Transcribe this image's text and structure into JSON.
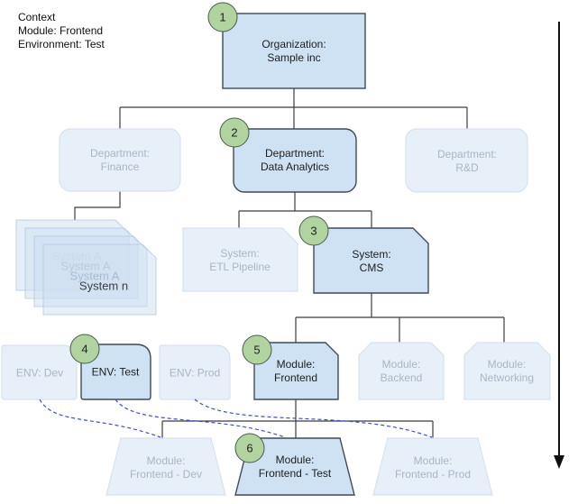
{
  "context_panel": {
    "title": "Context",
    "module_line": "Module: Frontend",
    "environment_line": "Environment: Test"
  },
  "colors": {
    "accent_fill": "#cfe2f3",
    "accent_border": "#3f4b57",
    "faded_fill": "#e7eff9",
    "faded_border": "#d6e2f0",
    "faded_text": "#a9b6c4",
    "step_fill": "#b1d3a0",
    "step_border": "#4b5a4c",
    "dashed_line": "#3d4ed0",
    "connector": "#3c3c3c"
  },
  "nodes": {
    "organization": {
      "label": "Organization:\nSample inc",
      "step": "1",
      "state": "selected"
    },
    "dept_finance": {
      "label": "Department:\nFinance",
      "state": "faded"
    },
    "dept_analytics": {
      "label": "Department:\nData Analytics",
      "step": "2",
      "state": "selected"
    },
    "dept_rd": {
      "label": "Department:\nR&D",
      "state": "faded"
    },
    "system_stack": {
      "labels": [
        "System A",
        "System A",
        "System A",
        "System n"
      ],
      "state": "faded"
    },
    "system_etl": {
      "label": "System:\nETL Pipeline",
      "state": "faded"
    },
    "system_cms": {
      "label": "System:\nCMS",
      "step": "3",
      "state": "selected"
    },
    "env_dev": {
      "label": "ENV: Dev",
      "state": "faded"
    },
    "env_test": {
      "label": "ENV: Test",
      "step": "4",
      "state": "selected"
    },
    "env_prod": {
      "label": "ENV: Prod",
      "state": "faded"
    },
    "module_frontend": {
      "label": "Module:\nFrontend",
      "step": "5",
      "state": "selected"
    },
    "module_backend": {
      "label": "Module:\nBackend",
      "state": "faded"
    },
    "module_networking": {
      "label": "Module:\nNetworking",
      "state": "faded"
    },
    "module_frontend_dev": {
      "label": "Module:\nFrontend - Dev",
      "state": "faded"
    },
    "module_frontend_test": {
      "label": "Module:\nFrontend - Test",
      "step": "6",
      "state": "selected"
    },
    "module_frontend_prod": {
      "label": "Module:\nFrontend - Prod",
      "state": "faded"
    }
  }
}
